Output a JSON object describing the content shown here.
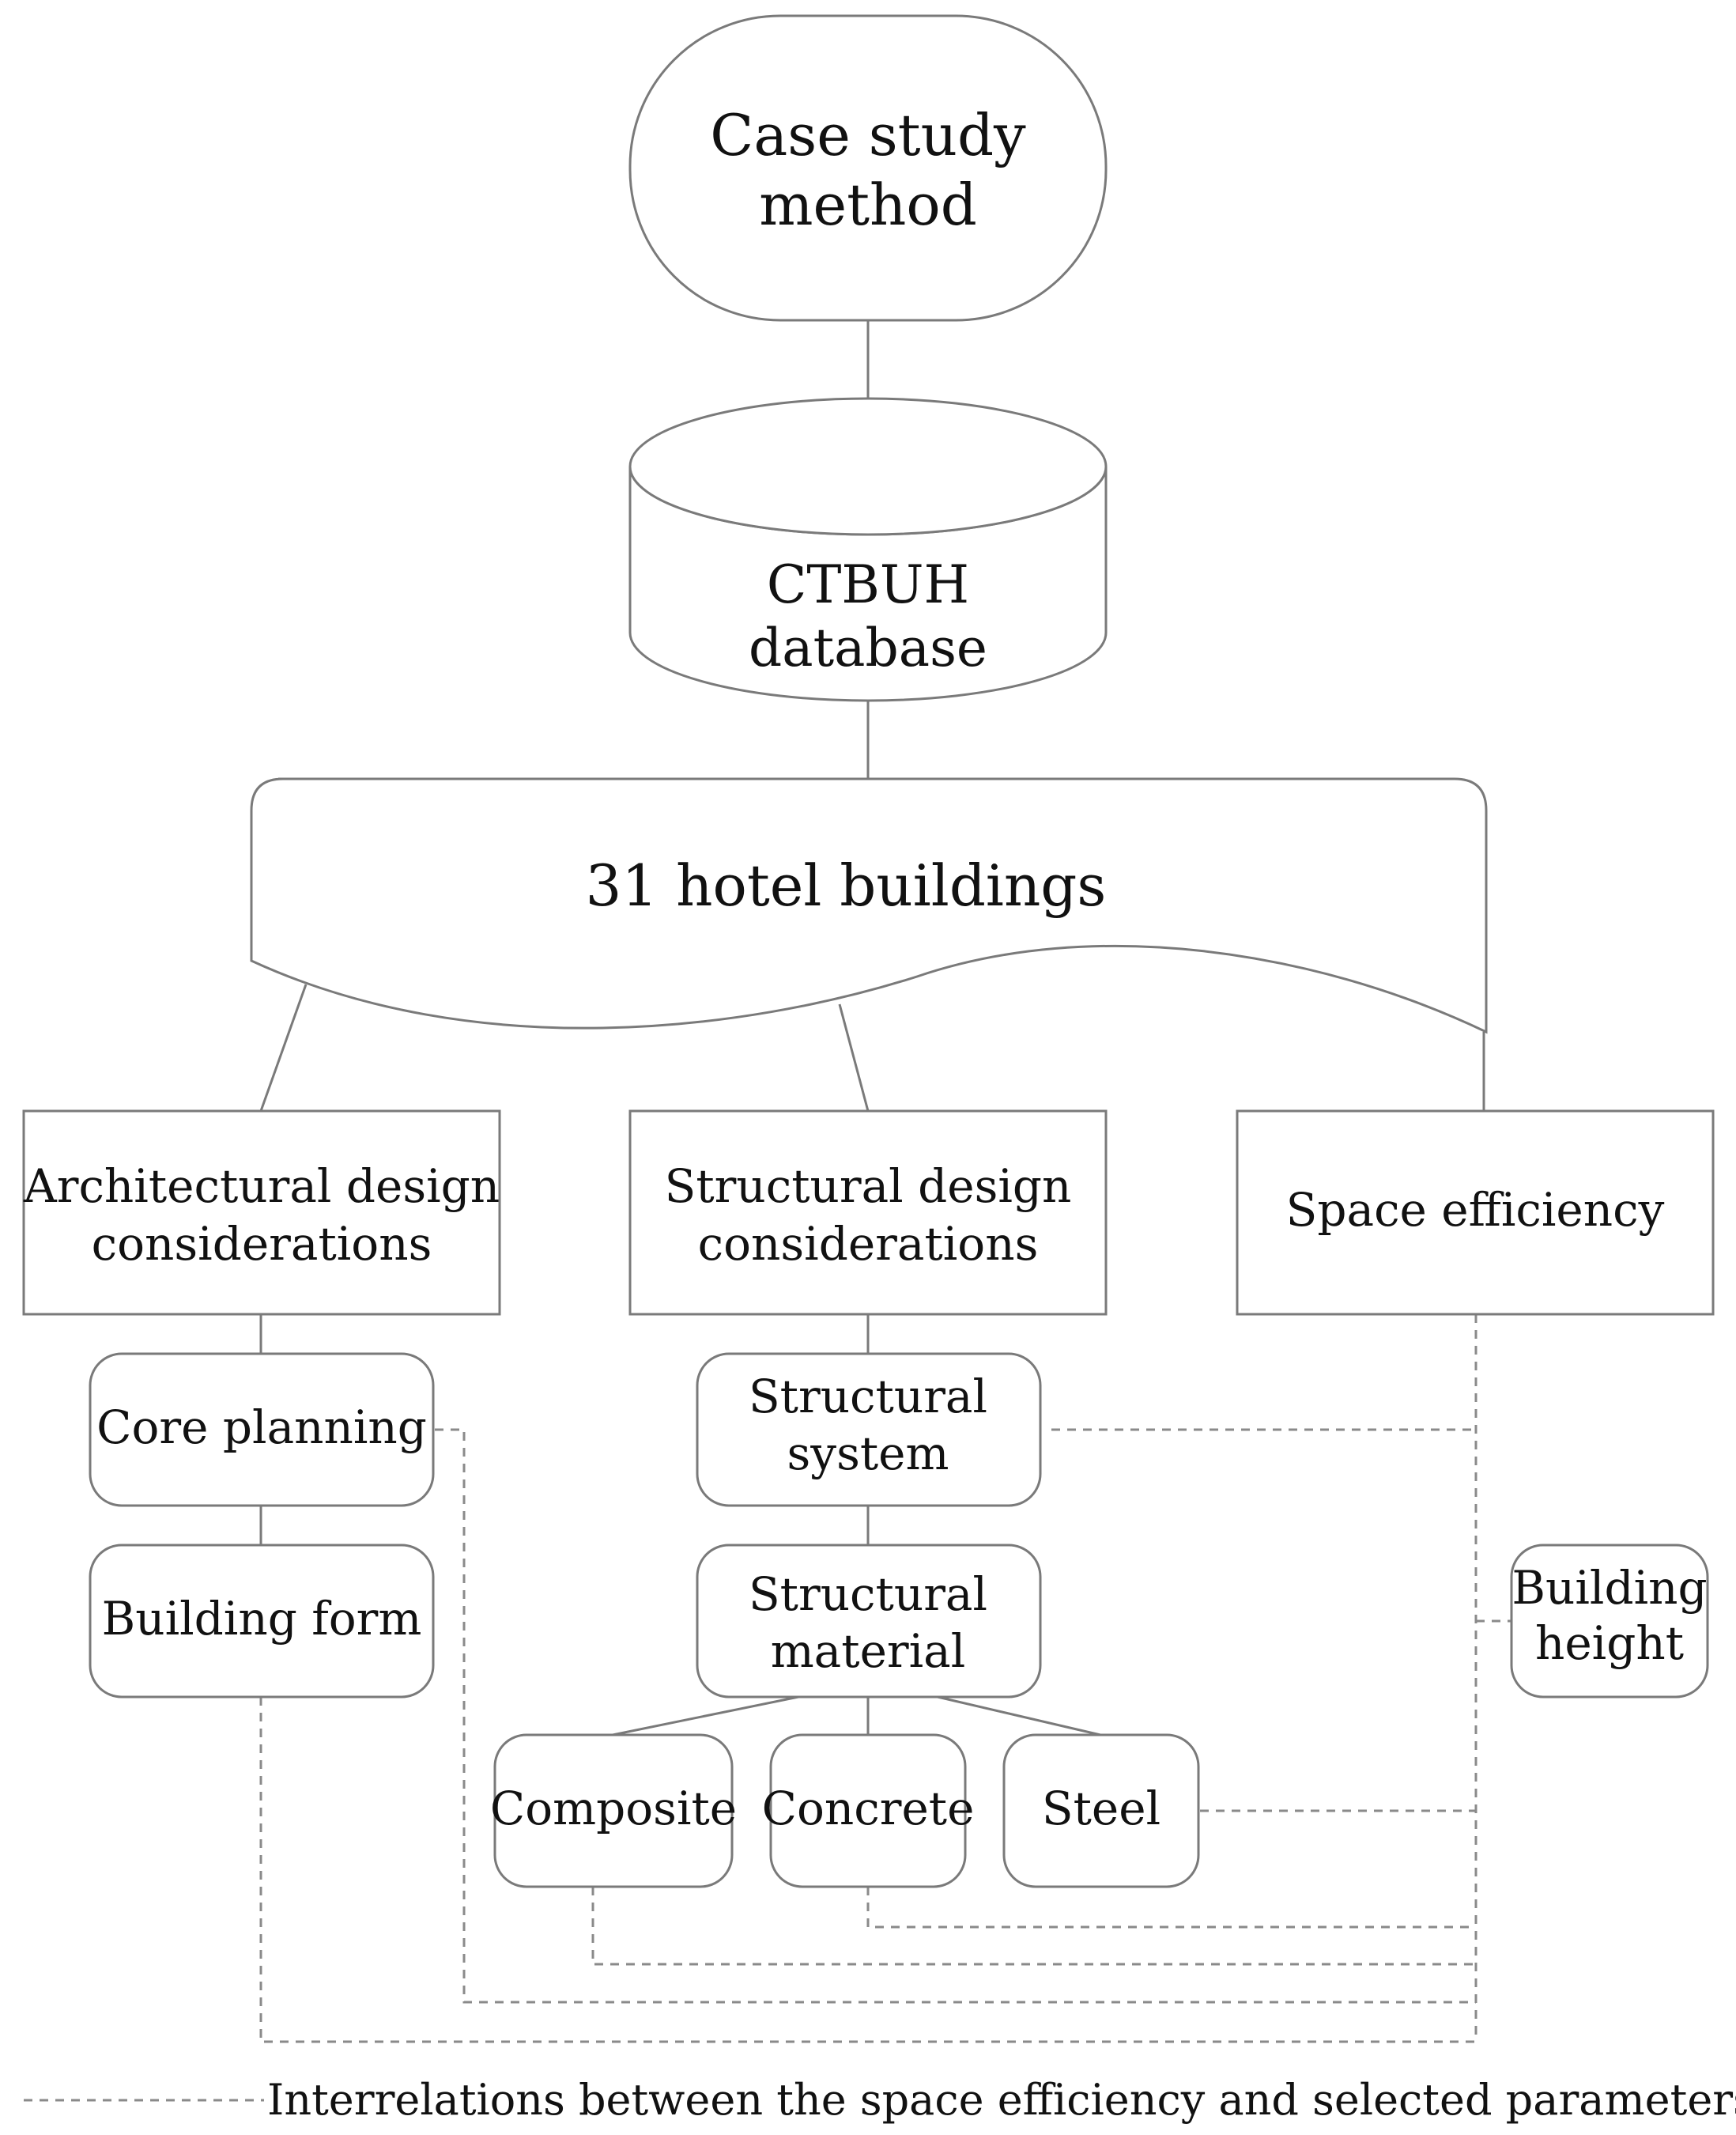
{
  "nodes": {
    "case_study": {
      "line1": "Case study",
      "line2": "method"
    },
    "database": {
      "line1": "CTBUH",
      "line2": "database"
    },
    "hotels": {
      "label": "31 hotel buildings"
    },
    "architectural": {
      "line1": "Architectural design",
      "line2": "considerations"
    },
    "structural": {
      "line1": "Structural design",
      "line2": "considerations"
    },
    "space_efficiency": {
      "label": "Space efficiency"
    },
    "core_planning": {
      "label": "Core planning"
    },
    "building_form": {
      "label": "Building form"
    },
    "structural_system": {
      "line1": "Structural",
      "line2": "system"
    },
    "structural_material": {
      "line1": "Structural",
      "line2": "material"
    },
    "composite": {
      "label": "Composite"
    },
    "concrete": {
      "label": "Concrete"
    },
    "steel": {
      "label": "Steel"
    },
    "building_height": {
      "line1": "Building",
      "line2": "height"
    }
  },
  "legend": {
    "label": "Interrelations between the space efficiency and selected parameters"
  },
  "colors": {
    "stroke": "#7a7a7a",
    "dashed": "#8a8a8a",
    "text": "#111111",
    "background": "#ffffff"
  }
}
